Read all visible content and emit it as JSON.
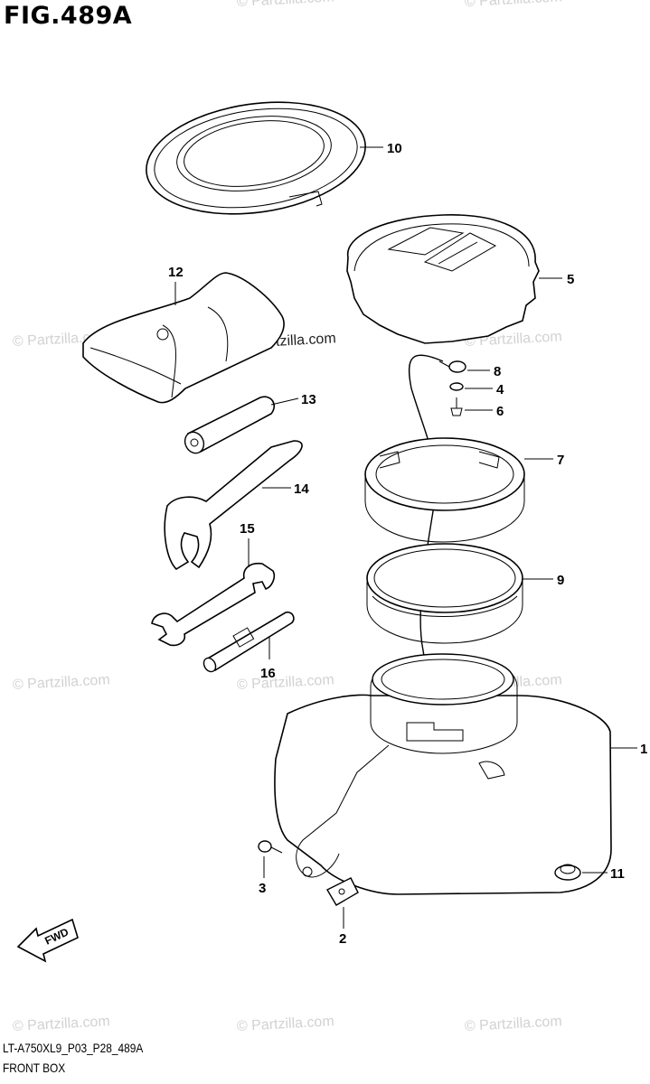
{
  "figure": {
    "title": "FIG.489A",
    "code": "LT-A750XL9_P03_P28_489A",
    "name": "FRONT BOX"
  },
  "watermark": {
    "text": "© Partzilla.com"
  },
  "fwd_label": "FWD",
  "callouts": {
    "c1": "1",
    "c2": "2",
    "c3": "3",
    "c4": "4",
    "c5": "5",
    "c6": "6",
    "c7": "7",
    "c8": "8",
    "c9": "9",
    "c10": "10",
    "c11": "11",
    "c12": "12",
    "c13": "13",
    "c14": "14",
    "c15": "15",
    "c16": "16"
  }
}
